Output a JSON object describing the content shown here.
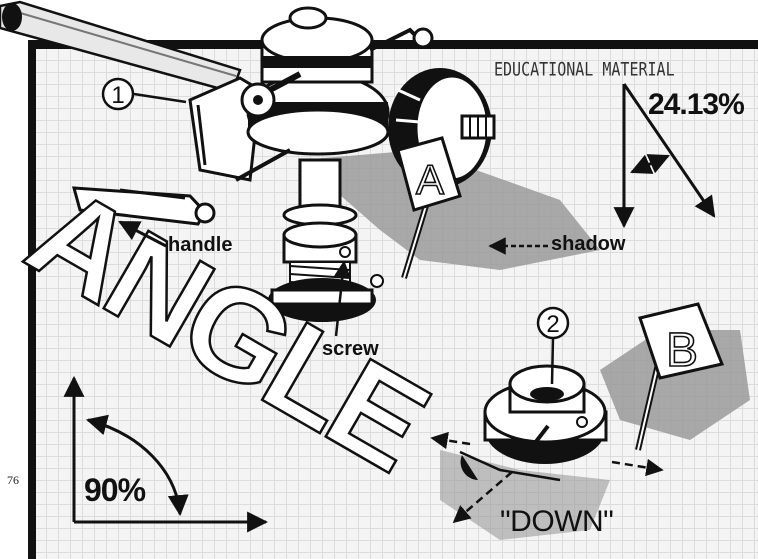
{
  "stamp": "EDUCATIONAL MATERIAL",
  "labels": {
    "percent_a": "24.13%",
    "percent_b": "90%",
    "handle": "handle",
    "shadow": "shadow",
    "screw": "screw",
    "down": "\"DOWN\""
  },
  "markers": {
    "one": "1",
    "two": "2"
  },
  "signs": {
    "a": "A",
    "b": "B"
  },
  "word": "ANGLE",
  "page_number": "76",
  "colors": {
    "ink": "#111111",
    "shadow": "#9a9a9a",
    "grid": "#dcdcdc",
    "paper": "#f4f4f4"
  }
}
